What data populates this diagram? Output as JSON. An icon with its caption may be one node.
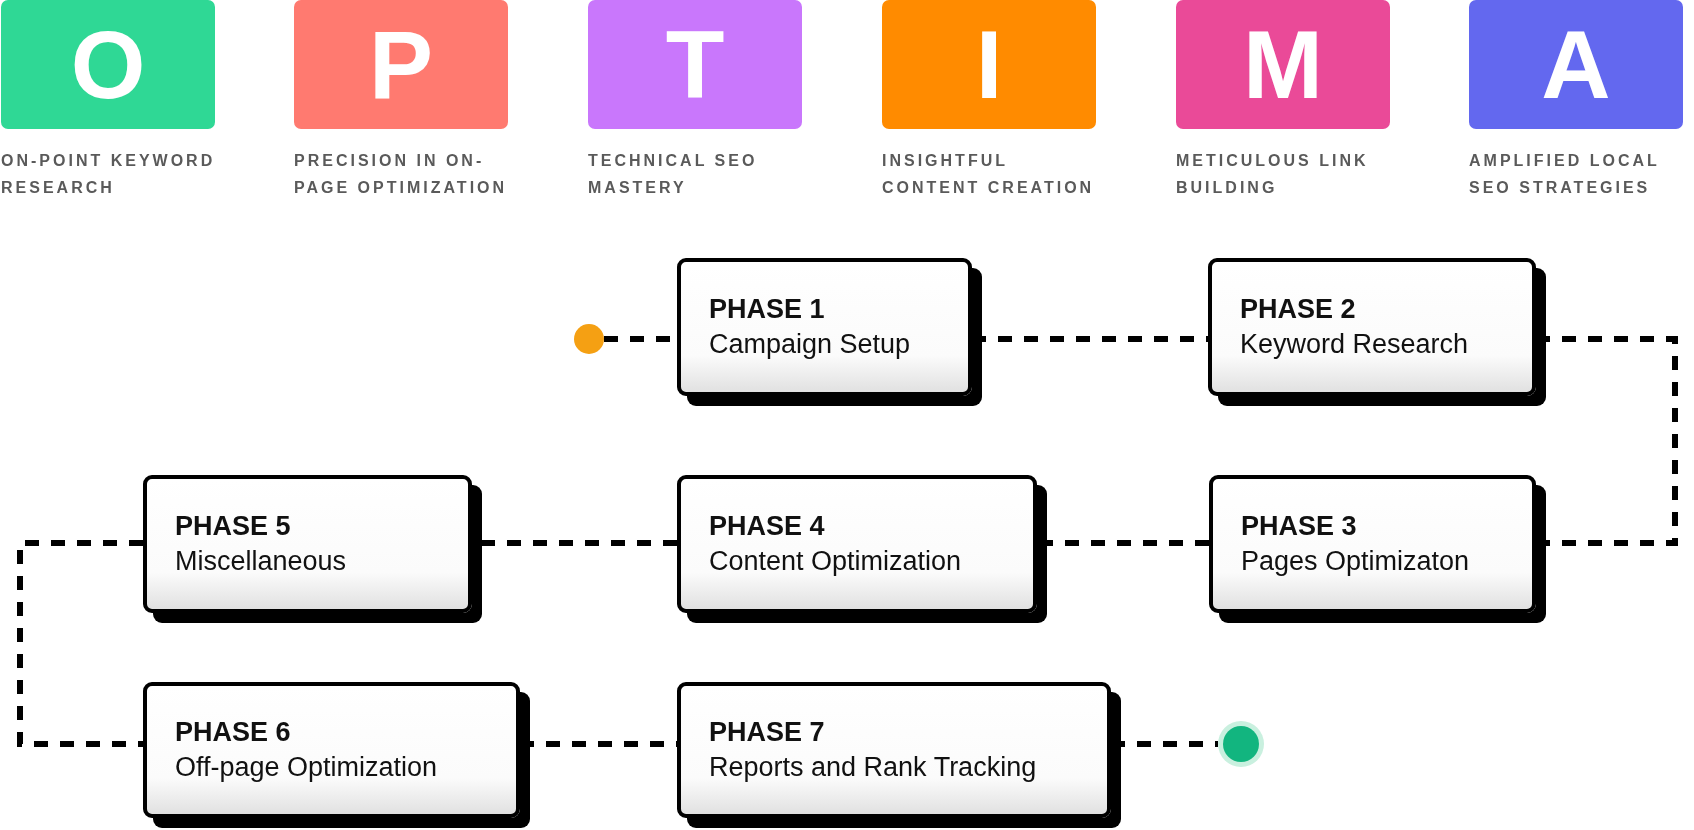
{
  "diagram": {
    "nodes": [
      {
        "text": [
          "O"
        ],
        "beside": [
          "ON-POINT KEYWORD RESEARCH"
        ]
      },
      {
        "text": [
          "P"
        ],
        "beside": [
          "PRECISION IN ON-PAGE OPTIMIZATION"
        ]
      },
      {
        "text": [
          "T"
        ],
        "beside": [
          "TECHNICAL SEO MASTERY"
        ]
      },
      {
        "text": [
          "I"
        ],
        "beside": [
          "INSIGHTFUL CONTENT CREATION"
        ]
      },
      {
        "text": [
          "M"
        ],
        "beside": [
          "METICULOUS LINK BUILDING"
        ]
      },
      {
        "text": [
          "A"
        ],
        "beside": [
          "AMPLIFIED LOCAL SEO STRATEGIES"
        ]
      },
      {
        "text": [],
        "shape": "circle"
      },
      {
        "text": [
          "PHASE 1",
          "Campaign Setup"
        ]
      },
      {
        "text": [
          "PHASE 2",
          "Keyword Research"
        ]
      },
      {
        "text": [
          "PHASE 3",
          "Pages Optimizaton"
        ]
      },
      {
        "text": [
          "PHASE 4",
          "Content Optimization"
        ]
      },
      {
        "text": [
          "PHASE 5",
          "Miscellaneous"
        ]
      },
      {
        "text": [
          "PHASE 6",
          "Off-page Optimization"
        ]
      },
      {
        "text": [
          "PHASE 7",
          "Reports and Rank Tracking"
        ]
      },
      {
        "text": [],
        "shape": "circle"
      }
    ],
    "edges": [
      {
        "from": 6,
        "to": 7,
        "arrow": "none",
        "style": "dashed"
      },
      {
        "from": 7,
        "to": 8,
        "arrow": "none",
        "style": "dashed"
      },
      {
        "from": 8,
        "to": 9,
        "arrow": "none",
        "style": "dashed"
      },
      {
        "from": 9,
        "to": 10,
        "arrow": "none",
        "style": "dashed"
      },
      {
        "from": 10,
        "to": 11,
        "arrow": "none",
        "style": "dashed"
      },
      {
        "from": 11,
        "to": 12,
        "arrow": "none",
        "style": "dashed"
      },
      {
        "from": 12,
        "to": 13,
        "arrow": "none",
        "style": "dashed"
      },
      {
        "from": 13,
        "to": 14,
        "arrow": "none",
        "style": "dashed"
      }
    ]
  }
}
